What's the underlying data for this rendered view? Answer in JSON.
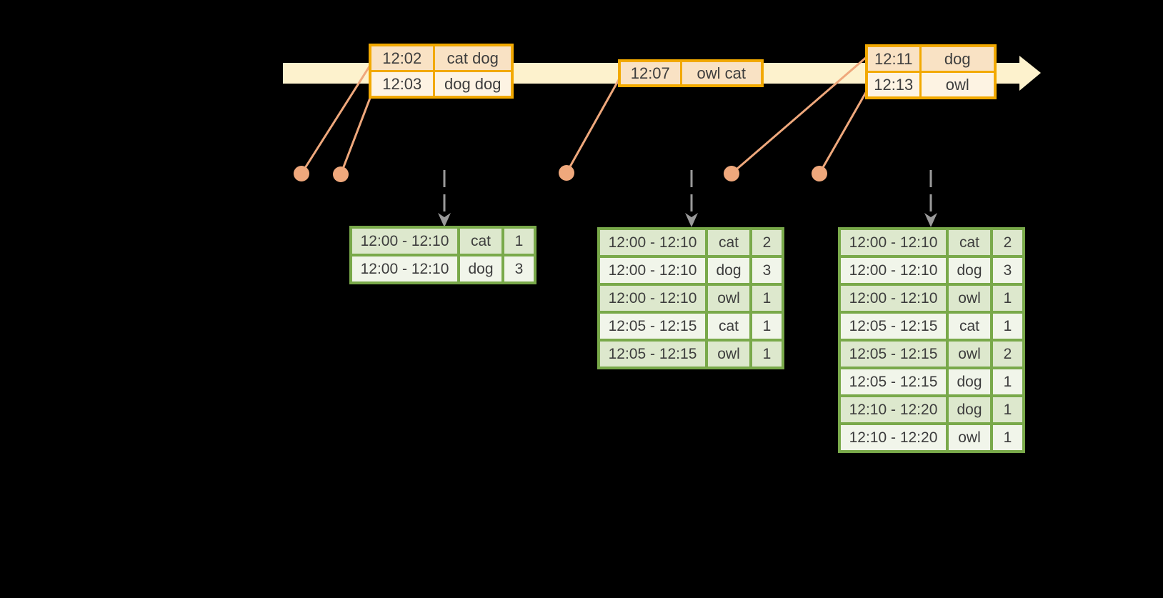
{
  "colors": {
    "timeline_fill": "#fdf2cd",
    "event_border": "#f2a900",
    "event_row_dark": "#f9e2c4",
    "event_row_light": "#fdf3e3",
    "dot_fill": "#efa87c",
    "line_stroke": "#efa87c",
    "dashed_arrow": "#9a9a9a",
    "result_border": "#79a94a",
    "result_row_dark": "#dde8cd",
    "result_row_light": "#f1f5ea",
    "text": "#3d3d3d",
    "background": "#000000"
  },
  "event_tables": [
    {
      "rows": [
        [
          "12:02",
          "cat dog"
        ],
        [
          "12:03",
          "dog dog"
        ]
      ]
    },
    {
      "rows": [
        [
          "12:07",
          "owl cat"
        ]
      ]
    },
    {
      "rows": [
        [
          "12:11",
          "dog"
        ],
        [
          "12:13",
          "owl"
        ]
      ]
    }
  ],
  "result_tables": [
    {
      "rows": [
        [
          "12:00 - 12:10",
          "cat",
          "1"
        ],
        [
          "12:00 - 12:10",
          "dog",
          "3"
        ]
      ]
    },
    {
      "rows": [
        [
          "12:00 - 12:10",
          "cat",
          "2"
        ],
        [
          "12:00 - 12:10",
          "dog",
          "3"
        ],
        [
          "12:00 - 12:10",
          "owl",
          "1"
        ],
        [
          "12:05 - 12:15",
          "cat",
          "1"
        ],
        [
          "12:05 - 12:15",
          "owl",
          "1"
        ]
      ]
    },
    {
      "rows": [
        [
          "12:00 - 12:10",
          "cat",
          "2"
        ],
        [
          "12:00 - 12:10",
          "dog",
          "3"
        ],
        [
          "12:00 - 12:10",
          "owl",
          "1"
        ],
        [
          "12:05 - 12:15",
          "cat",
          "1"
        ],
        [
          "12:05 - 12:15",
          "owl",
          "2"
        ],
        [
          "12:05 - 12:15",
          "dog",
          "1"
        ],
        [
          "12:10 - 12:20",
          "dog",
          "1"
        ],
        [
          "12:10 - 12:20",
          "owl",
          "1"
        ]
      ]
    }
  ]
}
